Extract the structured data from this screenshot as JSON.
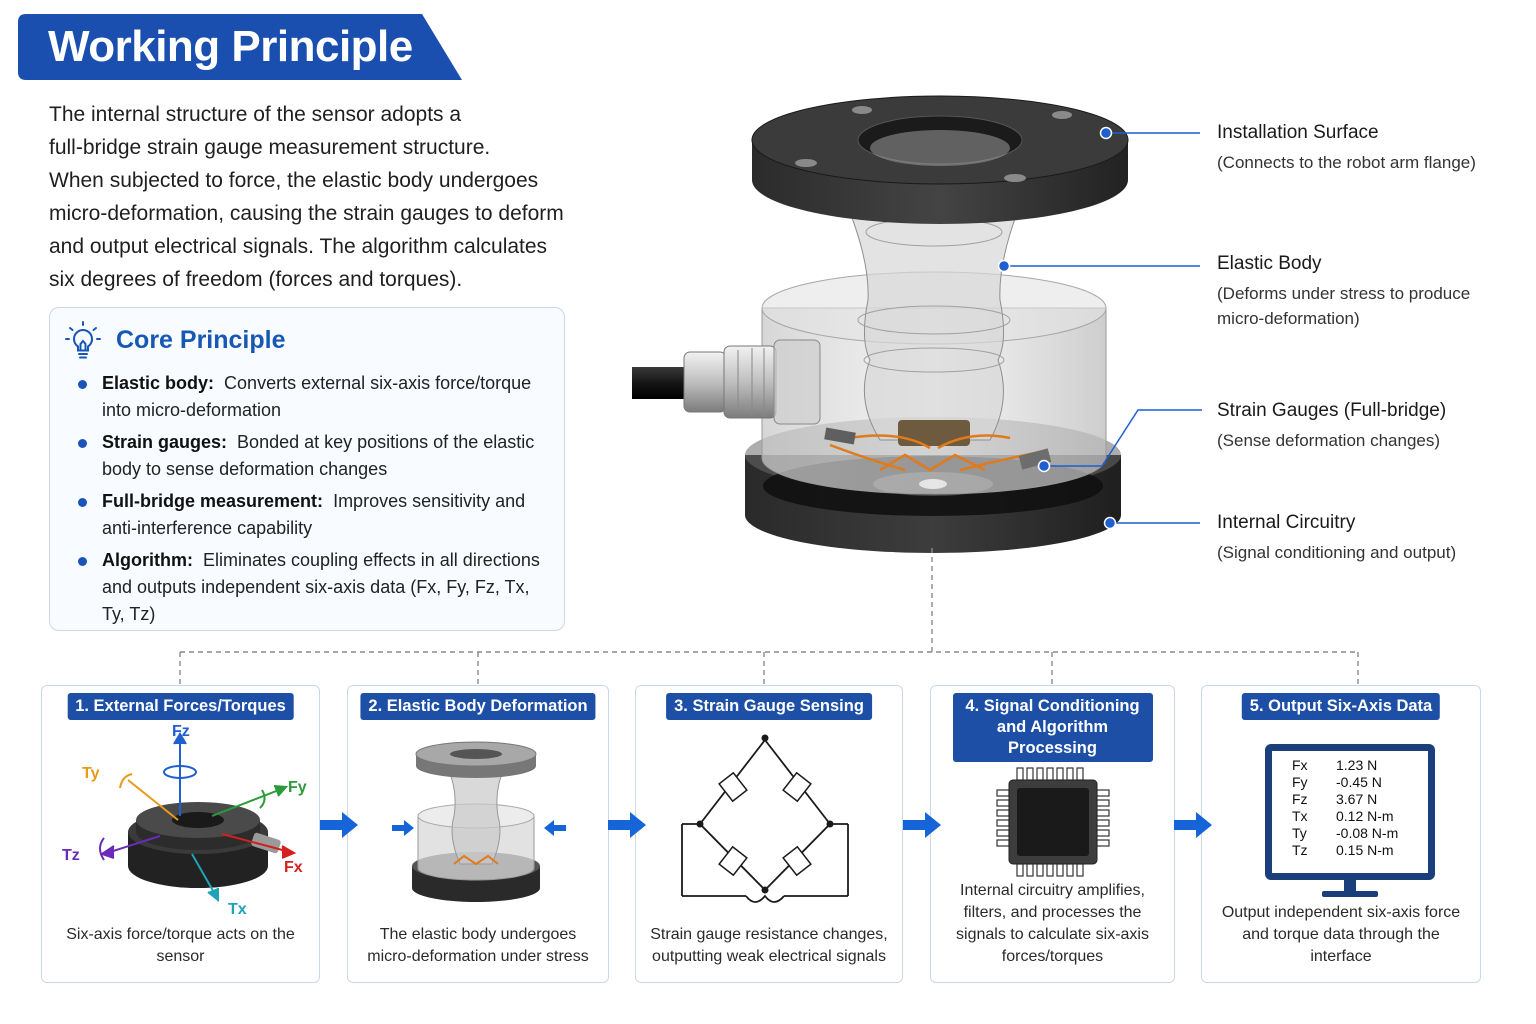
{
  "header": {
    "title": "Working Principle"
  },
  "intro": {
    "lines": [
      "The internal structure of the sensor adopts a",
      "full-bridge strain gauge measurement structure.",
      "When subjected to force, the elastic body undergoes",
      "micro-deformation, causing the strain gauges to deform",
      "and output electrical signals. The algorithm calculates",
      "six degrees of freedom (forces and torques)."
    ]
  },
  "core": {
    "title": "Core Principle",
    "items": [
      {
        "term": "Elastic body:",
        "text": "Converts external six-axis force/torque into micro-deformation"
      },
      {
        "term": "Strain gauges:",
        "text": "Bonded at key positions of the elastic body to sense deformation changes"
      },
      {
        "term": "Full-bridge measurement:",
        "text": "Improves sensitivity and anti-interference capability"
      },
      {
        "term": "Algorithm:",
        "text": "Eliminates coupling effects in all directions and outputs independent six-axis data (Fx, Fy, Fz, Tx, Ty, Tz)"
      }
    ]
  },
  "callouts": [
    {
      "title": "Installation Surface",
      "desc": "(Connects to the robot arm flange)"
    },
    {
      "title": "Elastic Body",
      "desc": "(Deforms under stress to produce micro-deformation)"
    },
    {
      "title": "Strain Gauges (Full-bridge)",
      "desc": "(Sense deformation changes)"
    },
    {
      "title": "Internal Circuitry",
      "desc": "(Signal conditioning and output)"
    }
  ],
  "steps": [
    {
      "label": "1. External Forces/Torques",
      "caption": "Six-axis force/torque acts on the sensor"
    },
    {
      "label": "2. Elastic Body Deformation",
      "caption": "The elastic body undergoes micro-deformation under stress"
    },
    {
      "label": "3. Strain Gauge Sensing",
      "caption": "Strain gauge resistance changes, outputting weak electrical signals"
    },
    {
      "label": "4. Signal Conditioning and Algorithm Processing",
      "caption": "Internal circuitry amplifies, filters, and processes the signals to calculate six-axis forces/torques"
    },
    {
      "label": "5. Output Six-Axis Data",
      "caption": "Output independent six-axis force and torque data through the interface"
    }
  ],
  "axes": {
    "fz": "Fz",
    "fy": "Fy",
    "fx": "Fx",
    "tx": "Tx",
    "ty": "Ty",
    "tz": "Tz"
  },
  "output": {
    "rows": [
      {
        "k": "Fx",
        "v": "1.23 N"
      },
      {
        "k": "Fy",
        "v": "-0.45 N"
      },
      {
        "k": "Fz",
        "v": "3.67 N"
      },
      {
        "k": "Tx",
        "v": "0.12 N-m"
      },
      {
        "k": "Ty",
        "v": "-0.08 N-m"
      },
      {
        "k": "Tz",
        "v": "0.15 N-m"
      }
    ]
  },
  "colors": {
    "brand": "#1c4fa5",
    "accent": "#1f6fe0",
    "panel_border": "#c9d8ee",
    "arrow": "#1565d8"
  }
}
